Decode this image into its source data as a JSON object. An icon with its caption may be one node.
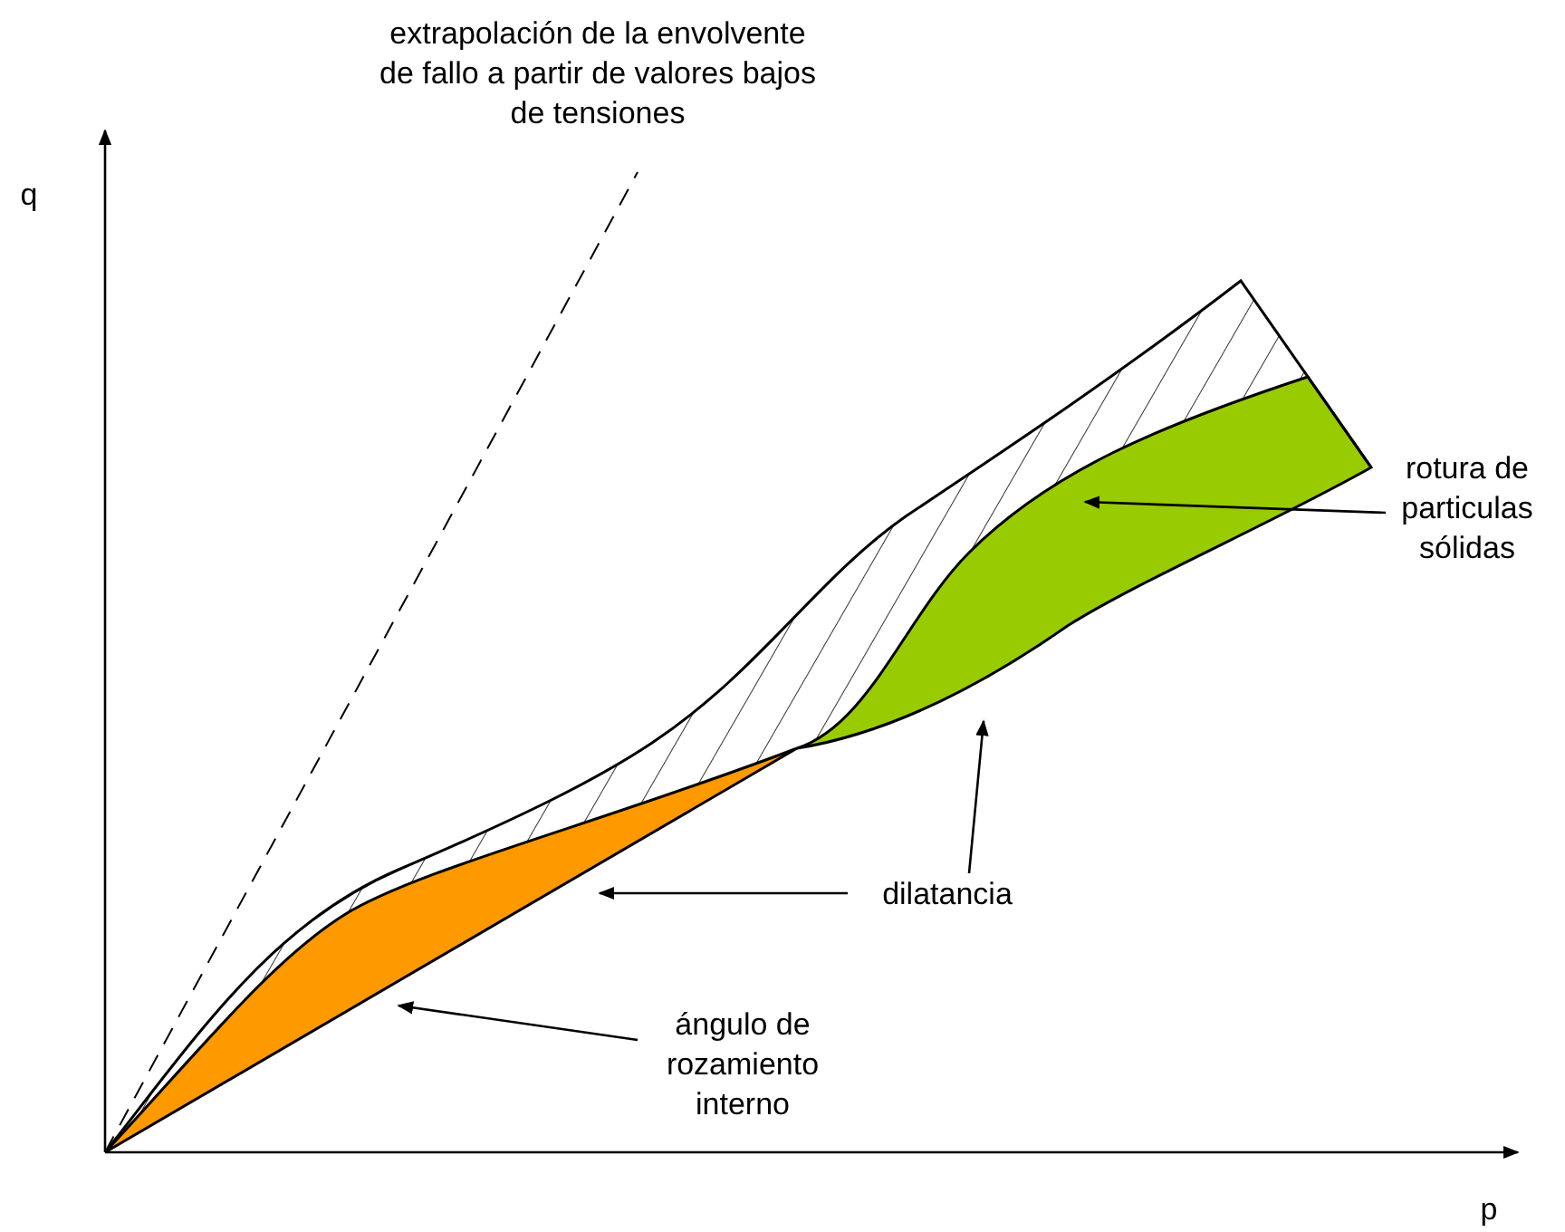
{
  "diagram": {
    "nodes": [
      {
        "text": [
          "rotura de particulas sólidas"
        ]
      },
      {
        "text": [],
        "shape": "region"
      },
      {
        "text": [
          "dilatancia"
        ]
      },
      {
        "text": [],
        "shape": "region"
      },
      {
        "text": [
          "ángulo de rozamiento interno"
        ]
      }
    ],
    "edges": [
      {
        "from": 0,
        "to": 1,
        "arrow": "to"
      },
      {
        "from": 2,
        "to": 3,
        "arrow": "to"
      },
      {
        "from": 2,
        "to": 1,
        "arrow": "to"
      },
      {
        "from": 4,
        "to": 3,
        "arrow": "to"
      }
    ],
    "labels": [
      "extrapolación de la envolvente de fallo a partir de valores bajos de tensiones",
      "q",
      "p"
    ]
  }
}
